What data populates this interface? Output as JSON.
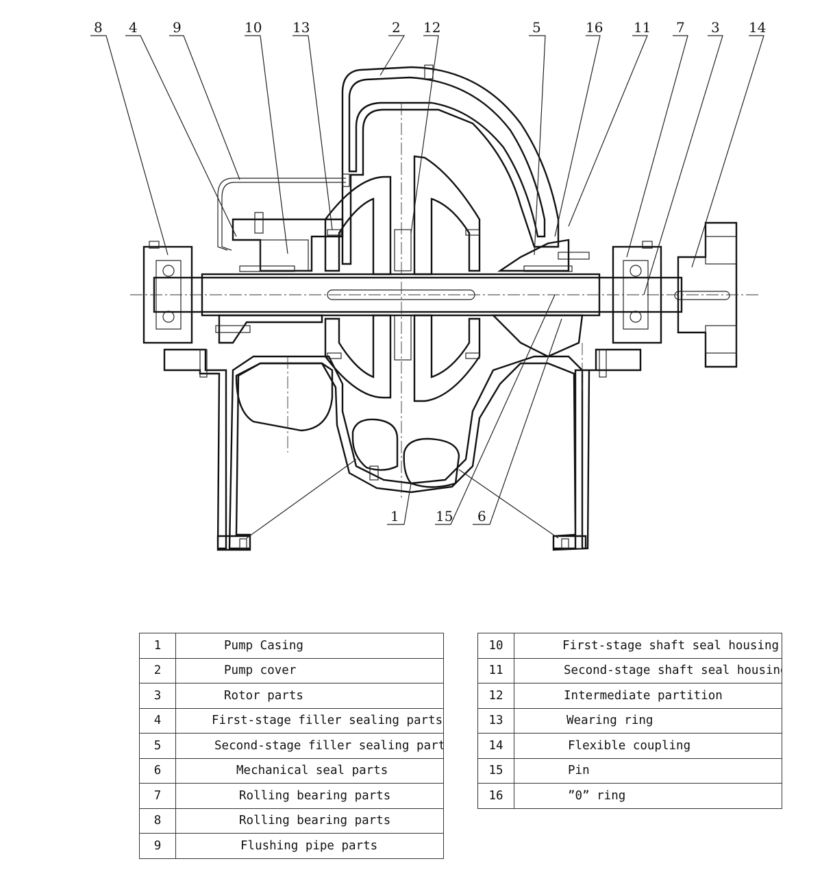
{
  "callouts": [
    "8",
    "4",
    "9",
    "10",
    "13",
    "2",
    "12",
    "5",
    "16",
    "11",
    "7",
    "3",
    "14",
    "1",
    "15",
    "6"
  ],
  "parts_left": [
    {
      "num": "1",
      "name": "Pump Casing"
    },
    {
      "num": "2",
      "name": "Pump cover"
    },
    {
      "num": "3",
      "name": "Rotor parts"
    },
    {
      "num": "4",
      "name": "First-stage filler sealing parts"
    },
    {
      "num": "5",
      "name": "Second-stage filler sealing parts"
    },
    {
      "num": "6",
      "name": "Mechanical seal parts"
    },
    {
      "num": "7",
      "name": "Rolling bearing parts"
    },
    {
      "num": "8",
      "name": "Rolling bearing parts"
    },
    {
      "num": "9",
      "name": "Flushing pipe parts"
    }
  ],
  "parts_right": [
    {
      "num": "10",
      "name": "First-stage shaft seal housing"
    },
    {
      "num": "11",
      "name": "Second-stage shaft seal housing"
    },
    {
      "num": "12",
      "name": "Intermediate partition"
    },
    {
      "num": "13",
      "name": "Wearing ring"
    },
    {
      "num": "14",
      "name": "Flexible coupling"
    },
    {
      "num": "15",
      "name": "Pin"
    },
    {
      "num": "16",
      "name": "”0” ring"
    }
  ]
}
